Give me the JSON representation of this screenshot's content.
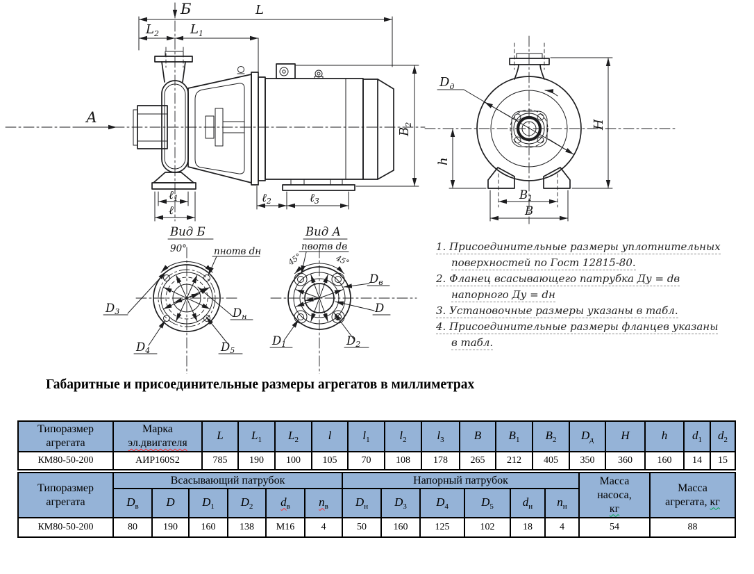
{
  "title": "Габаритные и присоединительные размеры агрегатов в миллиметрах",
  "colors": {
    "table_header_bg": "#95b3d7",
    "drawing_line": "#1d1d1f",
    "spellcheck_red": "#ff2a2a",
    "spellcheck_green": "#00a550",
    "paper": "#ffffff"
  },
  "drawing": {
    "side_view": {
      "arrow_a": "А",
      "arrow_b": "Б",
      "dim_L": {
        "b": "L",
        "s": ""
      },
      "dim_L1": {
        "b": "L",
        "s": "1"
      },
      "dim_L2": {
        "b": "L",
        "s": "2"
      },
      "dim_l": {
        "b": "ℓ",
        "s": ""
      },
      "dim_l1": {
        "b": "ℓ",
        "s": "1"
      },
      "dim_l2": {
        "b": "ℓ",
        "s": "2"
      },
      "dim_l3": {
        "b": "ℓ",
        "s": "3"
      },
      "dim_B2": {
        "b": "B",
        "s": "2"
      }
    },
    "end_view": {
      "dim_Dd": {
        "b": "D",
        "s": "д"
      },
      "dim_H": {
        "b": "H",
        "s": ""
      },
      "dim_h": {
        "b": "h",
        "s": ""
      },
      "dim_B1": {
        "b": "B",
        "s": "1"
      },
      "dim_B": {
        "b": "B",
        "s": ""
      }
    },
    "view_b": {
      "title": "Вид Б",
      "angle": "90°",
      "holes": "nнотв dн",
      "d3": {
        "b": "D",
        "s": "3"
      },
      "dn": {
        "b": "D",
        "s": "н"
      },
      "d4": {
        "b": "D",
        "s": "4"
      },
      "d5": {
        "b": "D",
        "s": "5"
      }
    },
    "view_a": {
      "title": "Вид А",
      "holes": "nвотв dв",
      "angle_left": "45°",
      "angle_right": "45°",
      "dv": {
        "b": "D",
        "s": "в"
      },
      "d": {
        "b": "D",
        "s": ""
      },
      "d1": {
        "b": "D",
        "s": "1"
      },
      "d2": {
        "b": "D",
        "s": "2"
      }
    },
    "notes": {
      "n1a": "1. Присоединительные размеры уплотнительных",
      "n1b": "поверхностей  по Гост 12815-80.",
      "n2a": "2. Фланец всасывающего патрубка Ду = dв",
      "n2b": "напорного Ду = dн",
      "n3": "3. Установочные размеры указаны в табл.",
      "n4a": "4. Присоединительные размеры фланцев указаны",
      "n4b": "в табл."
    }
  },
  "table1": {
    "col_type": "Типоразмер агрегата",
    "col_motor_l1": "Марка",
    "col_motor_l2": "эл.двигателя",
    "dims": [
      {
        "b": "L",
        "s": ""
      },
      {
        "b": "L",
        "s": "1"
      },
      {
        "b": "L",
        "s": "2"
      },
      {
        "b": "l",
        "s": ""
      },
      {
        "b": "l",
        "s": "1"
      },
      {
        "b": "l",
        "s": "2"
      },
      {
        "b": "l",
        "s": "3"
      },
      {
        "b": "B",
        "s": ""
      },
      {
        "b": "B",
        "s": "1"
      },
      {
        "b": "B",
        "s": "2"
      },
      {
        "b": "D",
        "s": "д"
      },
      {
        "b": "H",
        "s": ""
      },
      {
        "b": "h",
        "s": ""
      },
      {
        "b": "d",
        "s": "1"
      },
      {
        "b": "d",
        "s": "2"
      }
    ],
    "row": {
      "type": "КМ80-50-200",
      "motor": "АИР160S2",
      "values": [
        "785",
        "190",
        "100",
        "105",
        "70",
        "108",
        "178",
        "265",
        "212",
        "405",
        "350",
        "360",
        "160",
        "14",
        "15"
      ]
    }
  },
  "table2": {
    "col_type": "Типоразмер агрегата",
    "group_suction": "Всасывающий патрубок",
    "group_discharge": "Напорный патрубок",
    "mass_pump": {
      "l1": "Масса",
      "l2": "насоса,",
      "kg": "кг"
    },
    "mass_unit": {
      "l1": "Масса",
      "l2": "агрегата,",
      "kg": "кг"
    },
    "dims": [
      {
        "b": "D",
        "s": "в"
      },
      {
        "b": "D",
        "s": ""
      },
      {
        "b": "D",
        "s": "1"
      },
      {
        "b": "D",
        "s": "2"
      },
      {
        "b": "d",
        "s": "в"
      },
      {
        "b": "n",
        "s": "в"
      },
      {
        "b": "D",
        "s": "н"
      },
      {
        "b": "D",
        "s": "3"
      },
      {
        "b": "D",
        "s": "4"
      },
      {
        "b": "D",
        "s": "5"
      },
      {
        "b": "d",
        "s": "н"
      },
      {
        "b": "n",
        "s": "н"
      }
    ],
    "row": {
      "type": "КМ80-50-200",
      "values": [
        "80",
        "190",
        "160",
        "138",
        "М16",
        "4",
        "50",
        "160",
        "125",
        "102",
        "18",
        "4",
        "54",
        "88"
      ]
    }
  }
}
